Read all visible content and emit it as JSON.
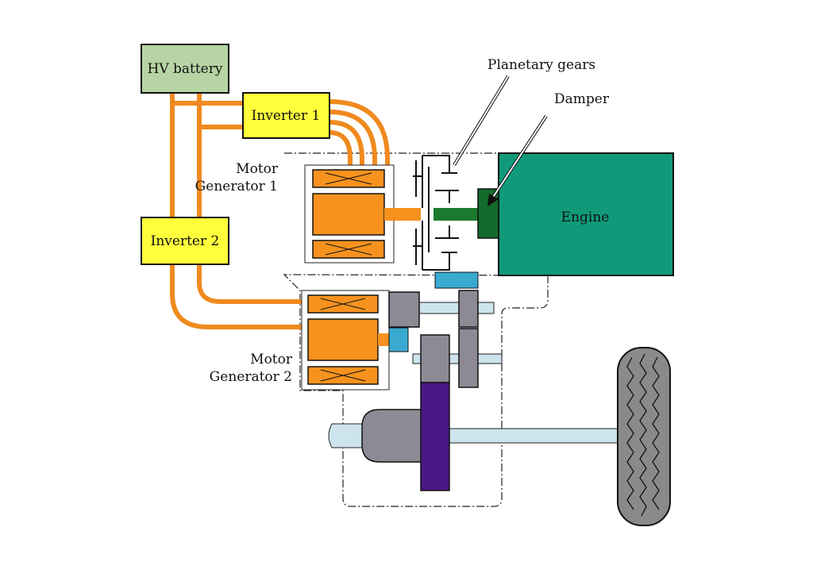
{
  "labels": {
    "hv_battery": "HV battery",
    "inverter_1": "Inverter 1",
    "inverter_2": "Inverter 2",
    "engine": "Engine",
    "planetary_gears": "Planetary gears",
    "damper": "Damper",
    "mg1_line1": "Motor",
    "mg1_line2": "Generator 1",
    "mg2_line1": "Motor",
    "mg2_line2": "Generator 2"
  },
  "colors": {
    "battery": "#b7d4a4",
    "inverter": "#ffff3c",
    "cable": "#f08a1e",
    "motor": "#f7921e",
    "engine": "#109a7a",
    "damper": "#136b2b",
    "shaft_dark": "#1a7b2e",
    "gear_gray": "#8d8a95",
    "light_blue": "#cde3ee",
    "cyan": "#3aa9d0",
    "purple": "#4a1884",
    "tire": "#8a8a8a"
  }
}
